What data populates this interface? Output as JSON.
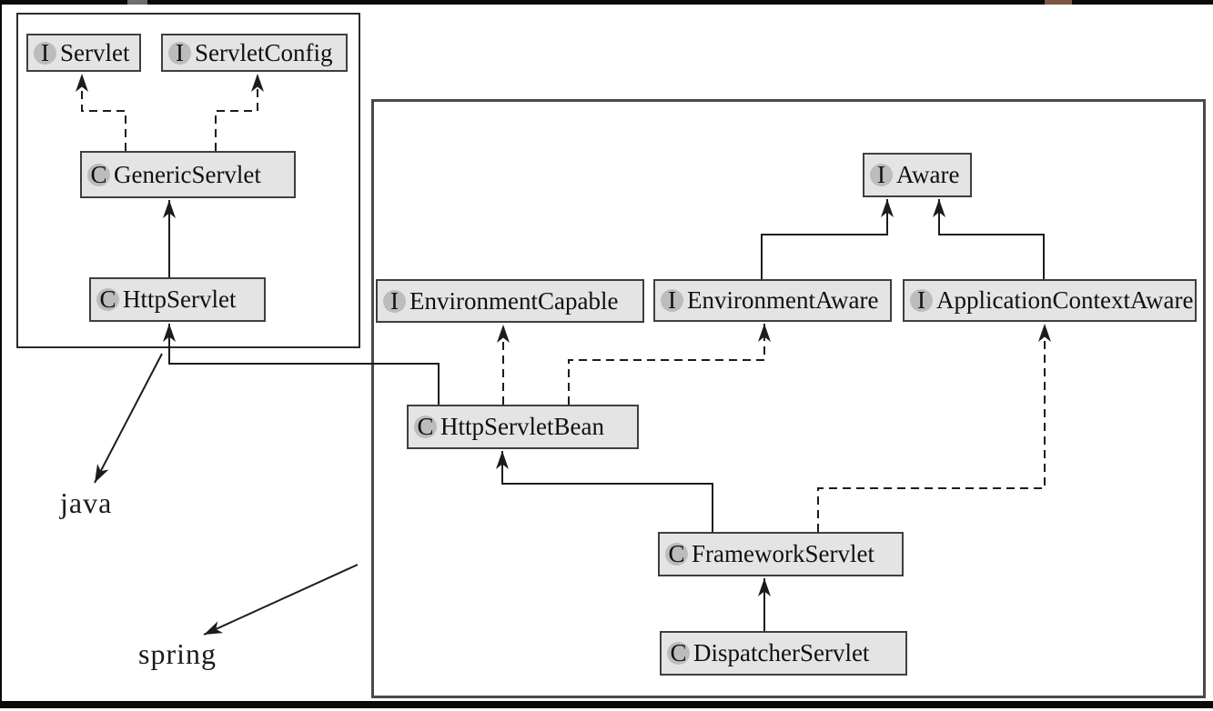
{
  "diagram": {
    "packages": [
      {
        "id": "java",
        "label": "java"
      },
      {
        "id": "spring",
        "label": "spring"
      }
    ],
    "nodes": [
      {
        "id": "servlet",
        "badge": "I",
        "label": "Servlet",
        "stereotype": "interface",
        "package": "java"
      },
      {
        "id": "servlet-config",
        "badge": "I",
        "label": "ServletConfig",
        "stereotype": "interface",
        "package": "java"
      },
      {
        "id": "generic-servlet",
        "badge": "C",
        "label": "GenericServlet",
        "stereotype": "class",
        "package": "java"
      },
      {
        "id": "http-servlet",
        "badge": "C",
        "label": "HttpServlet",
        "stereotype": "class",
        "package": "java"
      },
      {
        "id": "environment-capable",
        "badge": "I",
        "label": "EnvironmentCapable",
        "stereotype": "interface",
        "package": "spring"
      },
      {
        "id": "environment-aware",
        "badge": "I",
        "label": "EnvironmentAware",
        "stereotype": "interface",
        "package": "spring"
      },
      {
        "id": "application-context-aware",
        "badge": "I",
        "label": "ApplicationContextAware",
        "stereotype": "interface",
        "package": "spring"
      },
      {
        "id": "aware",
        "badge": "I",
        "label": "Aware",
        "stereotype": "interface",
        "package": "spring"
      },
      {
        "id": "http-servlet-bean",
        "badge": "C",
        "label": "HttpServletBean",
        "stereotype": "class",
        "package": "spring"
      },
      {
        "id": "framework-servlet",
        "badge": "C",
        "label": "FrameworkServlet",
        "stereotype": "class",
        "package": "spring"
      },
      {
        "id": "dispatcher-servlet",
        "badge": "C",
        "label": "DispatcherServlet",
        "stereotype": "class",
        "package": "spring"
      }
    ],
    "edges": [
      {
        "from": "GenericServlet",
        "to": "Servlet",
        "relation": "implements",
        "line": "dashed"
      },
      {
        "from": "GenericServlet",
        "to": "ServletConfig",
        "relation": "implements",
        "line": "dashed"
      },
      {
        "from": "HttpServlet",
        "to": "GenericServlet",
        "relation": "extends",
        "line": "solid"
      },
      {
        "from": "HttpServletBean",
        "to": "HttpServlet",
        "relation": "extends",
        "line": "solid"
      },
      {
        "from": "HttpServletBean",
        "to": "EnvironmentCapable",
        "relation": "implements",
        "line": "dashed"
      },
      {
        "from": "HttpServletBean",
        "to": "EnvironmentAware",
        "relation": "implements",
        "line": "dashed"
      },
      {
        "from": "EnvironmentAware",
        "to": "Aware",
        "relation": "extends",
        "line": "solid"
      },
      {
        "from": "ApplicationContextAware",
        "to": "Aware",
        "relation": "extends",
        "line": "solid"
      },
      {
        "from": "FrameworkServlet",
        "to": "HttpServletBean",
        "relation": "extends",
        "line": "solid"
      },
      {
        "from": "FrameworkServlet",
        "to": "ApplicationContextAware",
        "relation": "implements",
        "line": "dashed"
      },
      {
        "from": "DispatcherServlet",
        "to": "FrameworkServlet",
        "relation": "extends",
        "line": "solid"
      }
    ],
    "colors": {
      "node_fill": "#e4e4e4",
      "node_border": "#3f3f3f",
      "badge_fill": "#bcbcbc",
      "line": "#1c1c1c"
    }
  }
}
